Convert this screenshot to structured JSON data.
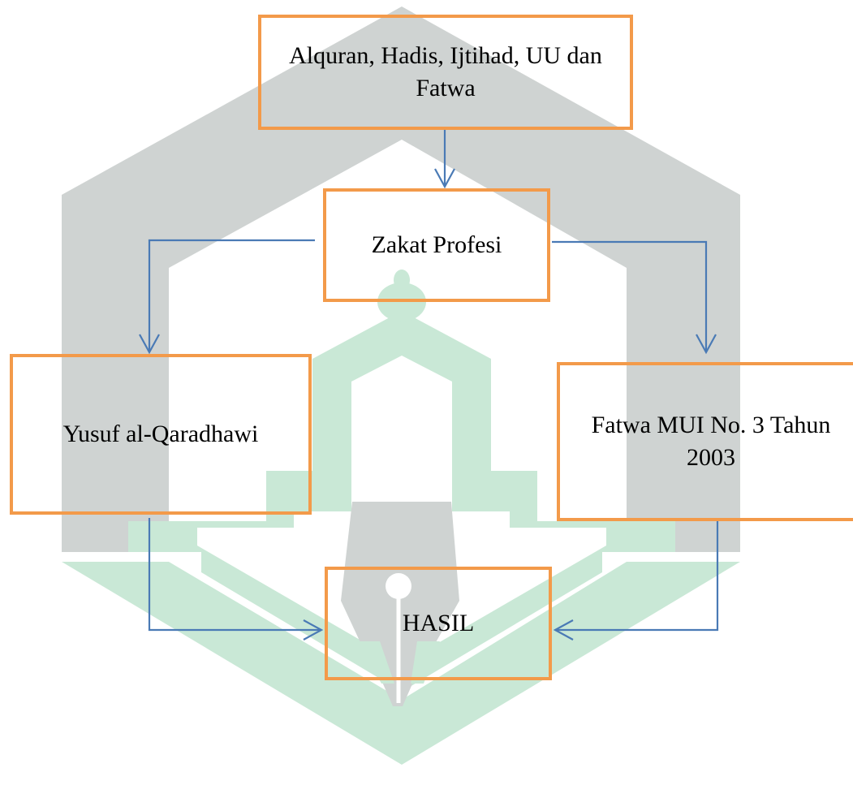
{
  "diagram": {
    "nodes": {
      "sources": {
        "label": "Alquran, Hadis, Ijtihad, UU dan Fatwa"
      },
      "zakat": {
        "label": "Zakat Profesi"
      },
      "yusuf": {
        "label": "Yusuf al-Qaradhawi"
      },
      "fatwa": {
        "label": "Fatwa MUI No. 3 Tahun 2003"
      },
      "hasil": {
        "label": "HASIL"
      }
    },
    "edges": [
      {
        "from": "sources",
        "to": "zakat"
      },
      {
        "from": "zakat",
        "to": "yusuf"
      },
      {
        "from": "zakat",
        "to": "fatwa"
      },
      {
        "from": "yusuf",
        "to": "hasil"
      },
      {
        "from": "fatwa",
        "to": "hasil"
      }
    ],
    "colors": {
      "box_border": "#f39a4a",
      "arrow": "#4a7ab5",
      "watermark_gray": "#cfd3d2",
      "watermark_green": "#c9e8d6"
    }
  }
}
